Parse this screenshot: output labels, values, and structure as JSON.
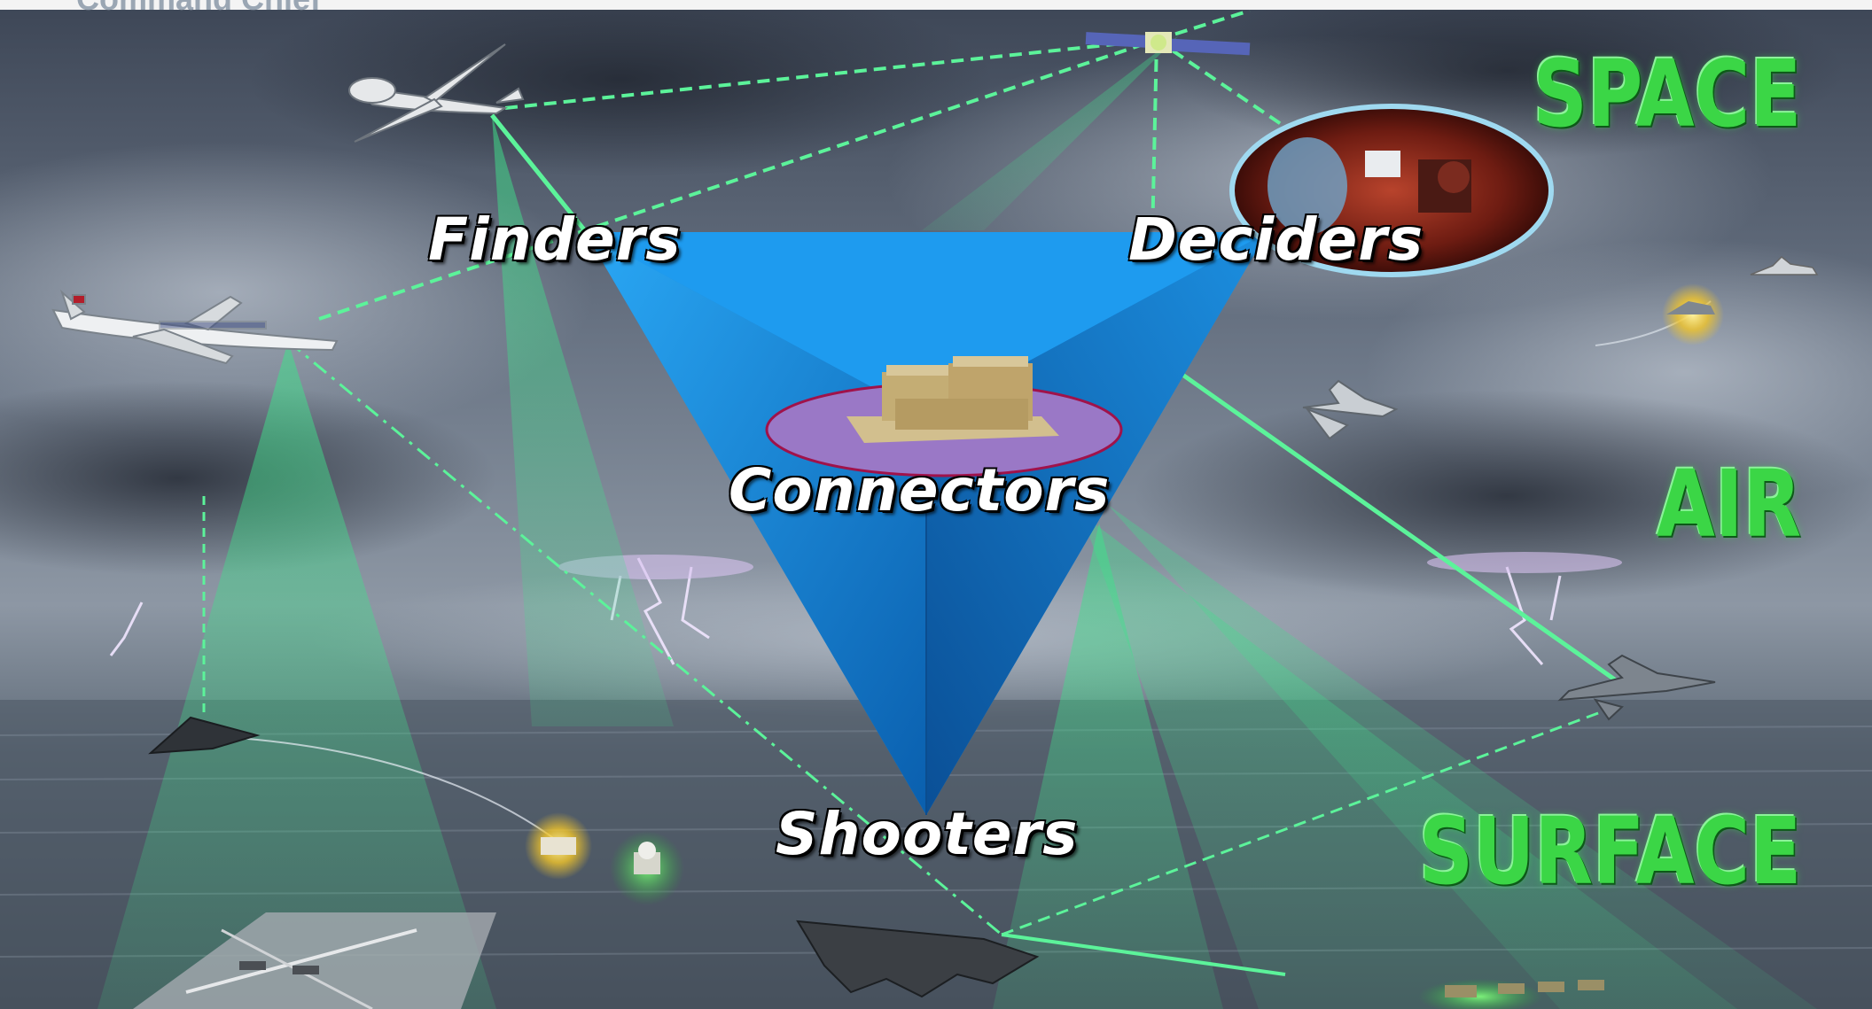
{
  "header": {
    "caption": "Command Chief"
  },
  "roles": {
    "finders": "Finders",
    "deciders": "Deciders",
    "connectors": "Connectors",
    "shooters": "Shooters"
  },
  "domains": {
    "space": "SPACE",
    "air": "AIR",
    "surface": "SURFACE"
  },
  "colors": {
    "link_green": "#3fe08a",
    "pyramid_blue": "#1590e6",
    "domain_green": "#3bd646",
    "sky_dark": "#2f3848"
  }
}
